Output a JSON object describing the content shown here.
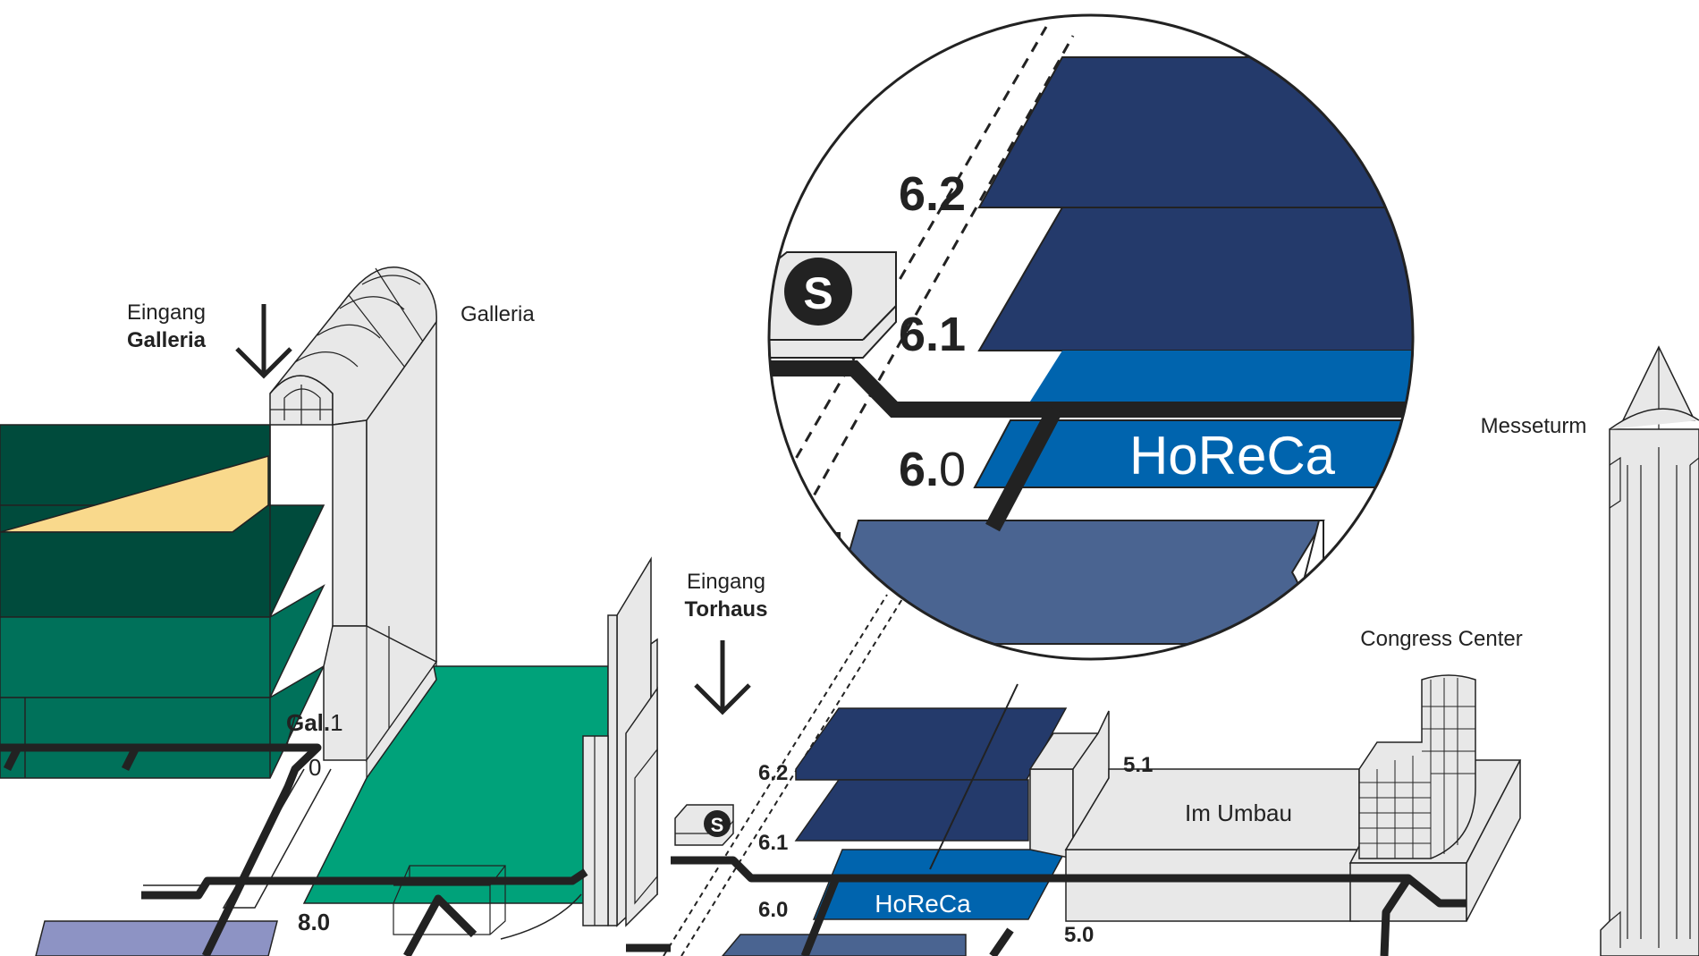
{
  "map": {
    "entrances": {
      "galleria": {
        "line1": "Eingang",
        "line2": "Galleria"
      },
      "torhaus": {
        "line1": "Eingang",
        "line2": "Torhaus"
      }
    },
    "buildings": {
      "galleria": "Galleria",
      "messeturm": "Messeturm",
      "congress_center": "Congress Center",
      "im_umbau": "Im Umbau"
    },
    "halls": {
      "gal1_bold": "Gal.",
      "gal1_num": "1",
      "gal0": "0",
      "hall_8_0": "8.0",
      "hall_5_1": "5.1",
      "hall_5_0": "5.0",
      "hall_6_2": "6.2",
      "hall_6_1": "6.1",
      "hall_6_0": "6.0",
      "horeca": "HoReCa"
    },
    "zoom": {
      "hall_6_2": "6.2",
      "hall_6_1": "6.1",
      "hall_6_0_bold": "6.",
      "hall_6_0_light": "0",
      "horeca": "HoReCa",
      "sbahn_icon": "S"
    },
    "sbahn_icon": "S",
    "colors": {
      "dark_green": "#004b3c",
      "mid_green": "#00715a",
      "bright_green": "#00a27a",
      "yellow": "#f9d98c",
      "navy": "#243a6b",
      "blue": "#0064ae",
      "slate_blue": "#4a6491",
      "lavender": "#8d93c4",
      "building_grey": "#e8e8e8",
      "path_black": "#222222"
    }
  }
}
